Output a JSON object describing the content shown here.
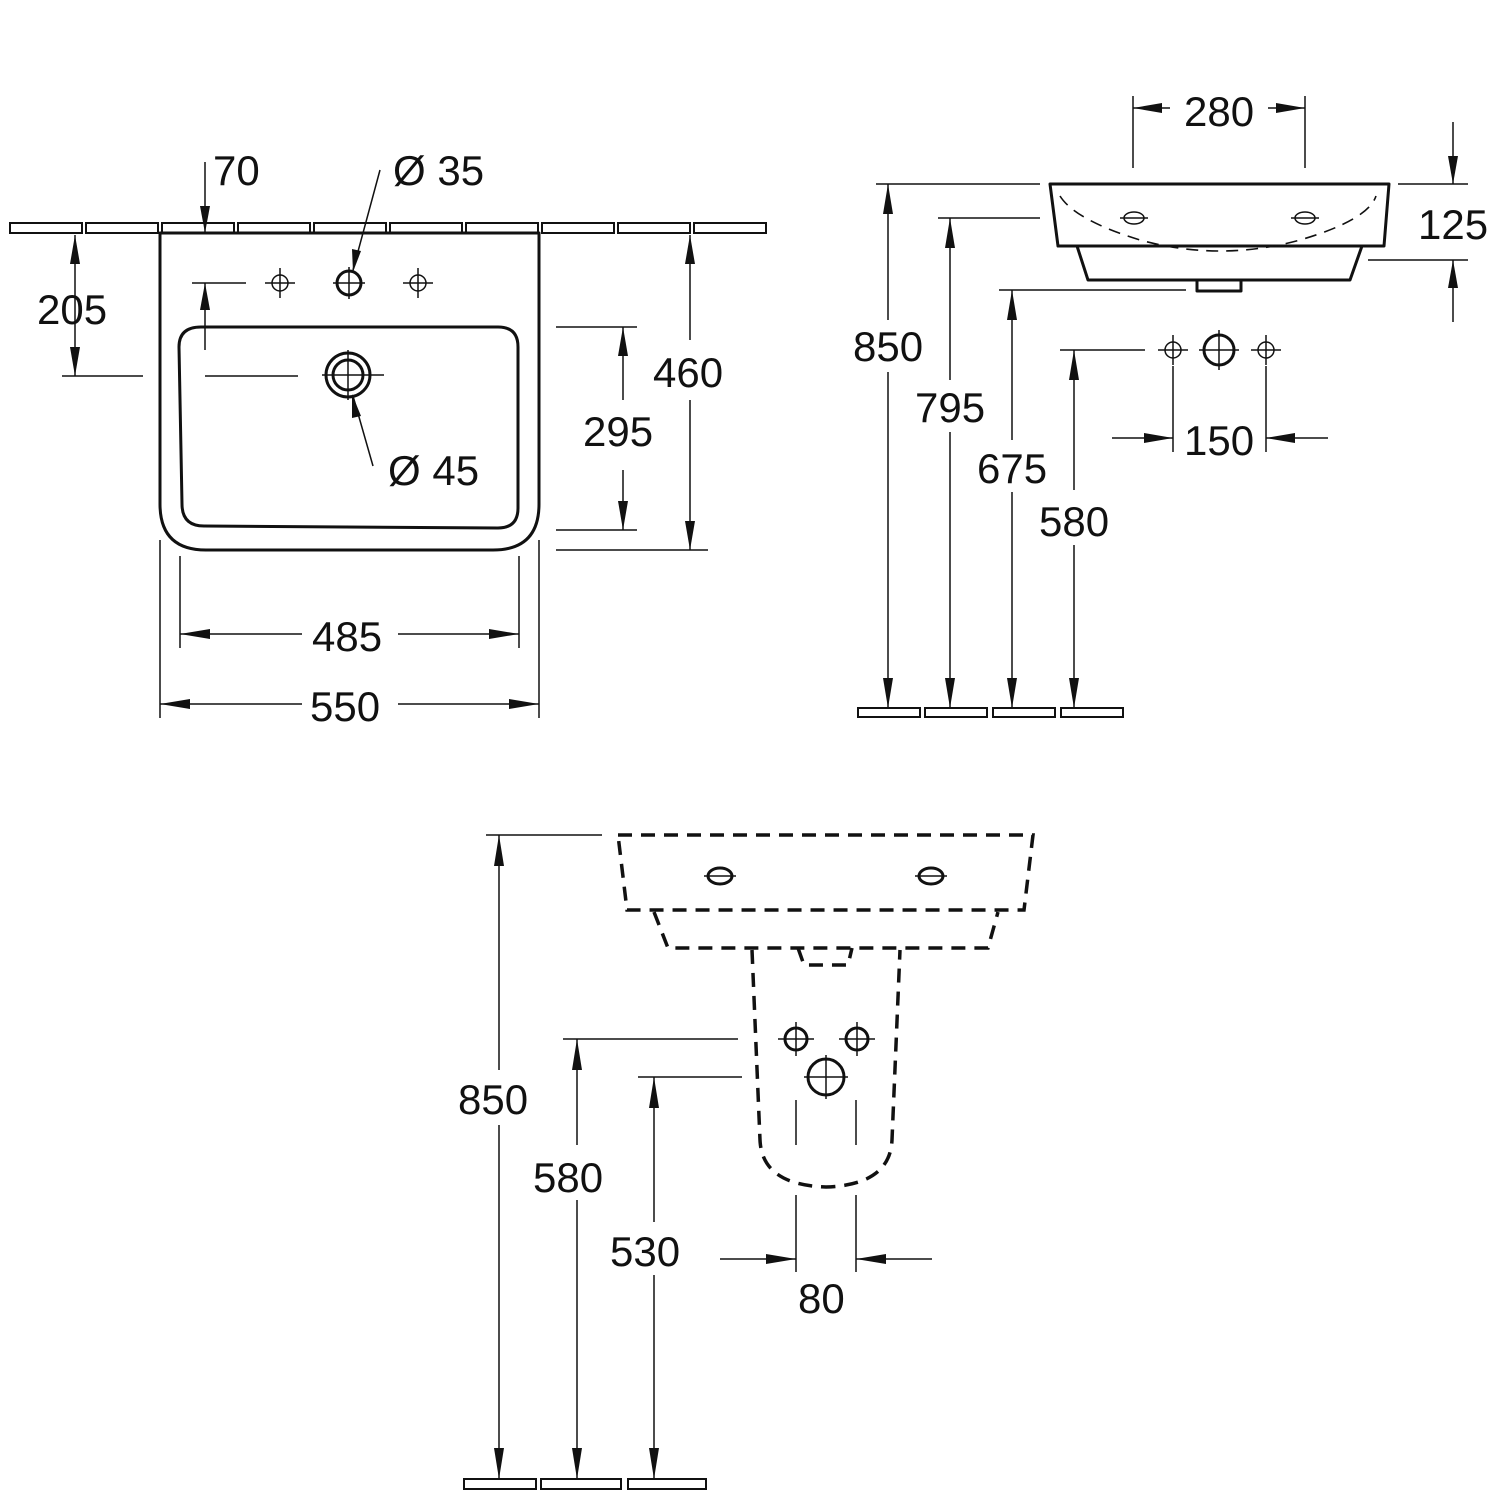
{
  "top_view": {
    "offset_70": "70",
    "tap_hole_diameter": "Ø 35",
    "height_205": "205",
    "overflow_diameter": "Ø 45",
    "bowl_depth": "295",
    "depth": "460",
    "inner_width": "485",
    "outer_width": "550"
  },
  "side_view": {
    "hole_spacing_280": "280",
    "thickness_125": "125",
    "height_850": "850",
    "height_795": "795",
    "height_675": "675",
    "height_580": "580",
    "connection_spacing_150": "150"
  },
  "front_view": {
    "height_850": "850",
    "height_580": "580",
    "height_530": "530",
    "pedestal_gap_80": "80"
  }
}
